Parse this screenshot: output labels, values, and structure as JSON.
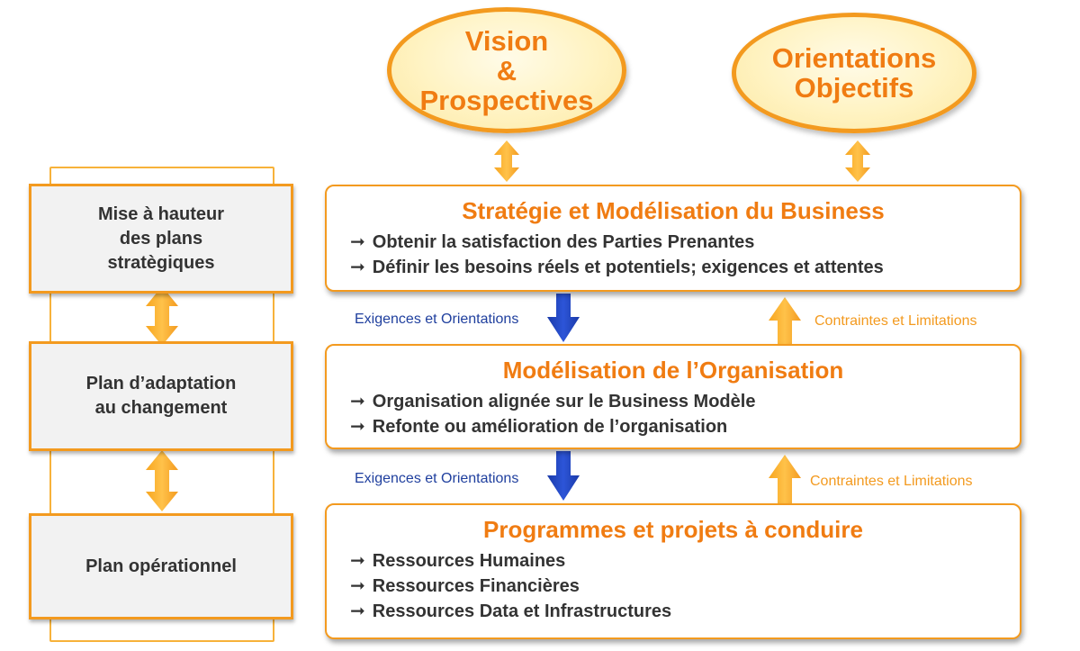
{
  "ellipses": {
    "vision": [
      "Vision",
      "&",
      "Prospectives"
    ],
    "orientations": [
      "Orientations",
      "Objectifs"
    ]
  },
  "left_boxes": [
    [
      "Mise à hauteur",
      "des plans",
      "stratègiques"
    ],
    [
      "Plan d’adaptation",
      "au changement"
    ],
    [
      "Plan opérationnel"
    ]
  ],
  "right_boxes": [
    {
      "title": "Stratégie et Modélisation du Business",
      "bullets": [
        "Obtenir la satisfaction des Parties Prenantes",
        "Définir les besoins réels et potentiels; exigences et attentes"
      ]
    },
    {
      "title": "Modélisation de l’Organisation",
      "bullets": [
        "Organisation alignée sur le Business Modèle",
        "Refonte ou amélioration de l’organisation"
      ]
    },
    {
      "title": "Programmes et projets à conduire",
      "bullets": [
        "Ressources Humaines",
        "Ressources Financières",
        "Ressources Data et Infrastructures"
      ]
    }
  ],
  "connectors": {
    "down_1": "Exigences et Orientations",
    "up_1": "Contraintes et Limitations",
    "down_2": "Exigences et Orientations",
    "up_2": "Contraintes et Limitations"
  },
  "bullet_glyph": "➞",
  "colors": {
    "accent_orange": "#f39a1f",
    "title_orange": "#f07c12",
    "arrow_blue": "#1f3fb0",
    "text_dark": "#333333"
  }
}
